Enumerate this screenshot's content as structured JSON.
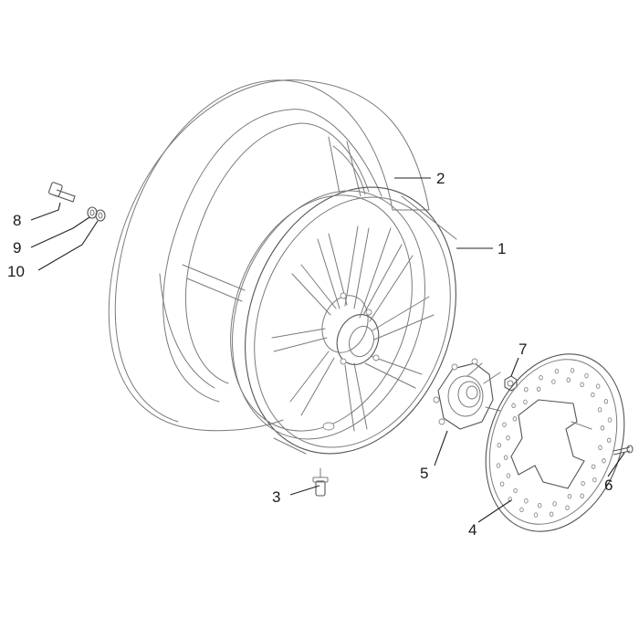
{
  "callouts": [
    {
      "id": "c1",
      "label": "1"
    },
    {
      "id": "c2",
      "label": "2"
    },
    {
      "id": "c3",
      "label": "3"
    },
    {
      "id": "c4",
      "label": "4"
    },
    {
      "id": "c5",
      "label": "5"
    },
    {
      "id": "c6",
      "label": "6"
    },
    {
      "id": "c7",
      "label": "7"
    },
    {
      "id": "c8",
      "label": "8"
    },
    {
      "id": "c9",
      "label": "9"
    },
    {
      "id": "c10",
      "label": "10"
    }
  ]
}
